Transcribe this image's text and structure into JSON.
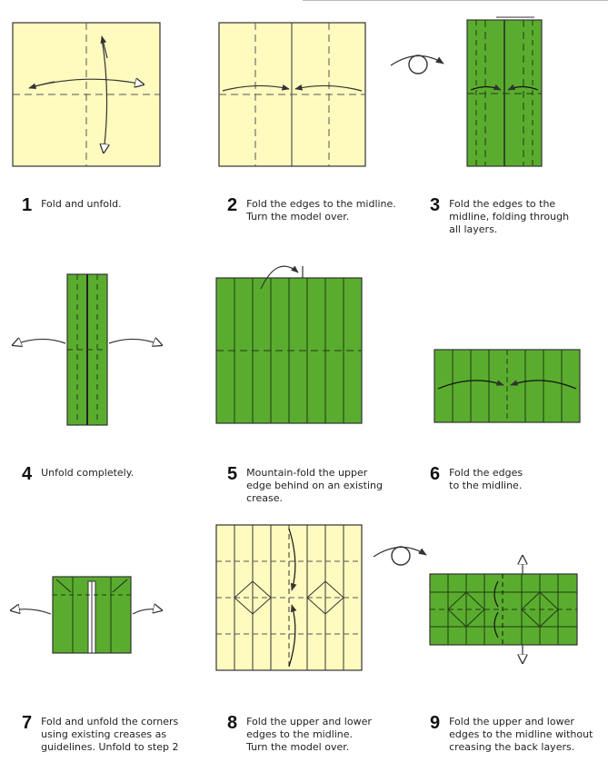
{
  "colors": {
    "paper": "#fffbbf",
    "green": "#5aac2f",
    "dark_green": "#2f6a1c",
    "outline": "#333333"
  },
  "steps": [
    {
      "number": "1",
      "lines": [
        "Fold and unfold."
      ]
    },
    {
      "number": "2",
      "lines": [
        "Fold the edges to the midline.",
        "Turn the model over."
      ]
    },
    {
      "number": "3",
      "lines": [
        "Fold the edges to the",
        "midline, folding through",
        "all layers."
      ]
    },
    {
      "number": "4",
      "lines": [
        "Unfold completely."
      ]
    },
    {
      "number": "5",
      "lines": [
        "Mountain-fold the upper",
        "edge behind on an existing",
        "crease."
      ]
    },
    {
      "number": "6",
      "lines": [
        "Fold the edges",
        "to the midline."
      ]
    },
    {
      "number": "7",
      "lines": [
        "Fold and unfold the corners",
        "using existing creases as",
        "guidelines. Unfold to step 2"
      ]
    },
    {
      "number": "8",
      "lines": [
        "Fold the upper and lower",
        "edges to the midline.",
        "Turn the model over."
      ]
    },
    {
      "number": "9",
      "lines": [
        "Fold the upper and lower",
        "edges to the midline without",
        "creasing the back layers."
      ]
    }
  ]
}
